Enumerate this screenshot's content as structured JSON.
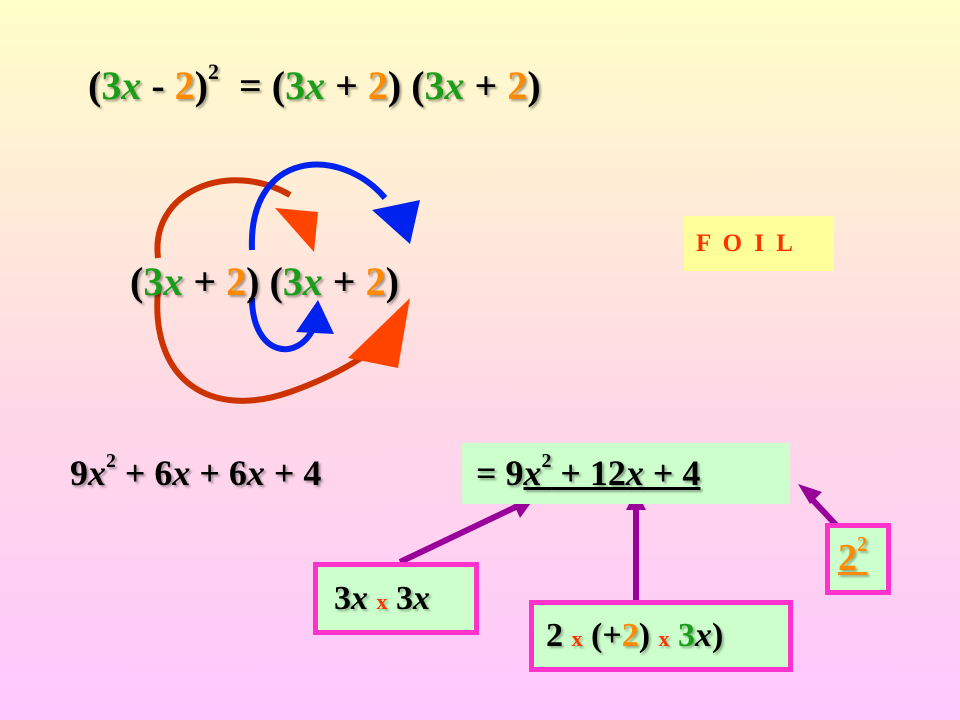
{
  "line1": {
    "open1": "(",
    "a1": "3",
    "x1": "x",
    "minus": " - ",
    "b1": "2",
    "close1": ")",
    "exp1": "2",
    "eq": "  = (",
    "a2": "3",
    "x2": "x",
    "plus2": " + ",
    "b2": "2",
    "mid": ") (",
    "a3": "3",
    "x3": "x",
    "plus3": " + ",
    "b3": "2",
    "close3": ")"
  },
  "line2": {
    "open1": "(",
    "a1": "3",
    "x1": "x",
    "plus1": " + ",
    "b1": "2",
    "mid": ") (",
    "a2": "3",
    "x2": "x",
    "plus2": " + ",
    "b2": "2",
    "close2": ")"
  },
  "foil": "F O I L",
  "line3": {
    "t1c": "9",
    "t1v": "x",
    "t1e": "2",
    "t2p": " + 6",
    "t2v": "x",
    "t3p": " + 6",
    "t3v": "x",
    "t4": " + 4"
  },
  "result": {
    "pre": "= 9",
    "v1": "x",
    "e1": "2",
    "mid": " + 12",
    "v2": "x",
    "post": " + 4"
  },
  "box_first": {
    "a": "3",
    "v1": "x",
    "times": "x",
    "b": "3",
    "v2": "x"
  },
  "box_middle": {
    "two": "2 ",
    "times1": "x",
    "open": " (+",
    "b": "2",
    "close": ") ",
    "times2": "x",
    "three": " 3",
    "v": "x",
    "end": ")"
  },
  "box_last": {
    "base": "2",
    "exp": "2"
  },
  "colors": {
    "background_top": "#ffffc8",
    "background_bottom": "#ffc8ff",
    "green": "#1a9e1a",
    "orange": "#ff8a00",
    "red": "#ff3300",
    "blue": "#0022ee",
    "purple": "#990099",
    "magenta": "#ff33cc",
    "result_box": "#ccffcc",
    "foil_box": "#ffff99"
  }
}
